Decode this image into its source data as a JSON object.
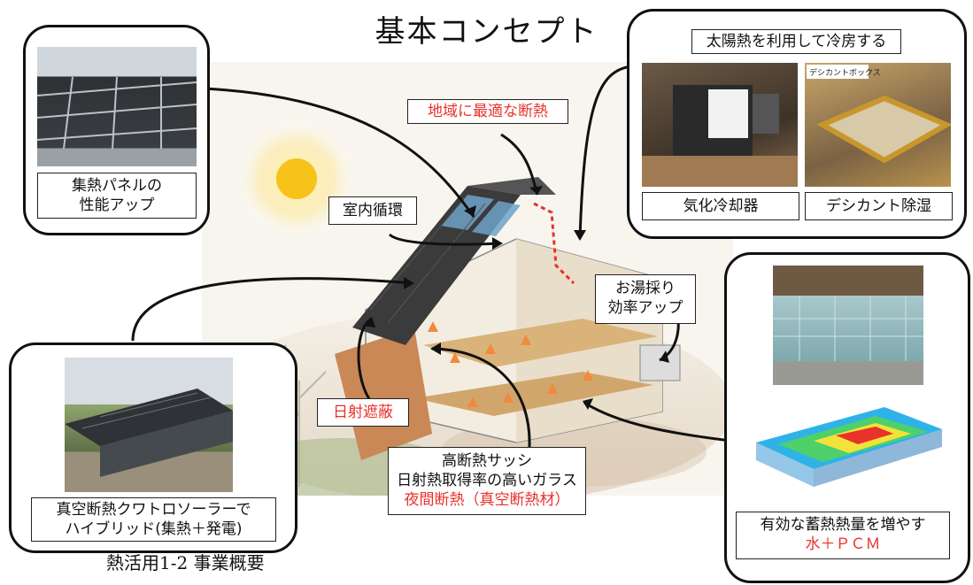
{
  "title": "基本コンセプト",
  "footer": "熱活用1-2 事業概要",
  "labels": {
    "collector_line1": "集熱パネルの",
    "collector_line2": "性能アップ",
    "insulation": "地域に最適な断熱",
    "circulation": "室内循環",
    "solar_cooling_title": "太陽熱を利用して冷房する",
    "evap_cooler": "気化冷却器",
    "desiccant": "デシカント除湿",
    "hotwater_line1": "お湯採り",
    "hotwater_line2": "効率アップ",
    "shading": "日射遮蔽",
    "sash_line1": "高断熱サッシ",
    "sash_line2": "日射熱取得率の高いガラス",
    "sash_line3": "夜間断熱（真空断熱材）",
    "hybrid_line1": "真空断熱クワトロソーラーで",
    "hybrid_line2": "ハイブリッド(集熱＋発電)",
    "storage_line1": "有効な蓄熱熱量を増やす",
    "storage_line2": "水＋ＰＣＭ",
    "desiccant_box_tag": "デシカントボックス"
  },
  "colors": {
    "accent_red": "#e8322a",
    "sun": "#f7c21a",
    "roof": "#3b3b3b"
  }
}
